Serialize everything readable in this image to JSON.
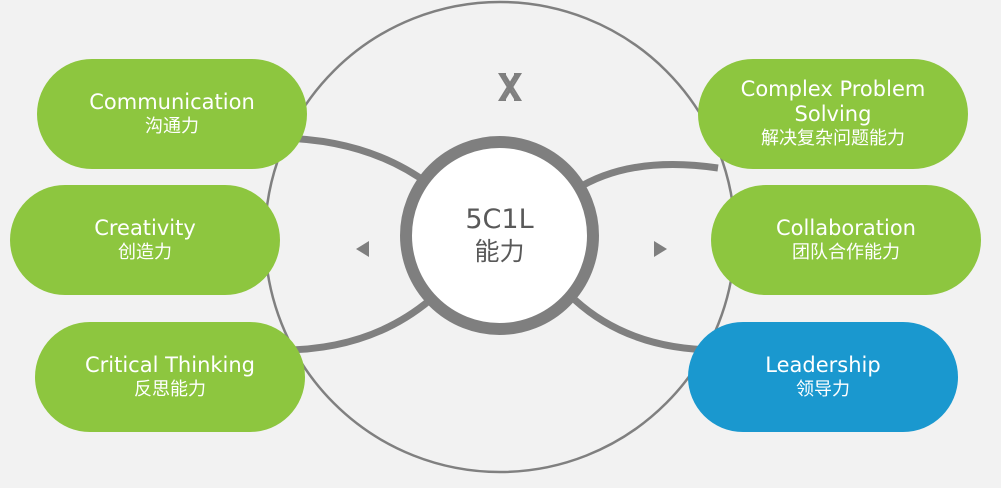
{
  "colors": {
    "background": "#f2f2f2",
    "skill_green": "#8dc63f",
    "leadership_blue": "#1a98cf",
    "ring_gray": "#7f7f7f",
    "text_on_pill": "#ffffff"
  },
  "center": {
    "title": "5C1L",
    "subtitle": "能力"
  },
  "skills": {
    "communication": {
      "en": "Communication",
      "zh": "沟通力"
    },
    "creativity": {
      "en": "Creativity",
      "zh": "创造力"
    },
    "critical_thinking": {
      "en": "Critical Thinking",
      "zh": "反思能力"
    },
    "complex_problem_solving": {
      "en": "Complex Problem Solving",
      "zh": "解决复杂问题能力"
    },
    "collaboration": {
      "en": "Collaboration",
      "zh": "团队合作能力"
    },
    "leadership": {
      "en": "Leadership",
      "zh": "领导力"
    }
  },
  "icons": {
    "top": "swap-arrows-icon",
    "left": "triangle-left-icon",
    "right": "triangle-right-icon"
  }
}
